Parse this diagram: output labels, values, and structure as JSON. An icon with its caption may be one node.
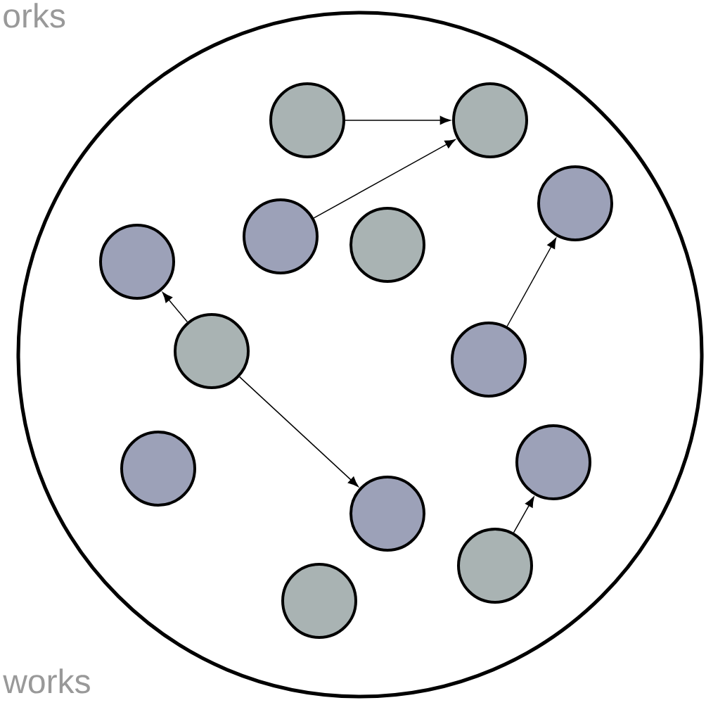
{
  "diagram": {
    "nodes": [
      {
        "text": [],
        "shape": "circle"
      },
      {
        "text": [],
        "shape": "circle",
        "in": 0
      },
      {
        "text": [],
        "shape": "circle",
        "in": 0
      },
      {
        "text": [],
        "shape": "circle",
        "in": 0
      },
      {
        "text": [],
        "shape": "circle",
        "in": 0
      },
      {
        "text": [],
        "shape": "circle",
        "in": 0
      },
      {
        "text": [],
        "shape": "circle",
        "in": 0
      },
      {
        "text": [],
        "shape": "circle",
        "in": 0
      },
      {
        "text": [],
        "shape": "circle",
        "in": 0
      },
      {
        "text": [],
        "shape": "circle",
        "in": 0
      },
      {
        "text": [],
        "shape": "circle",
        "in": 0
      },
      {
        "text": [],
        "shape": "circle",
        "in": 0
      },
      {
        "text": [],
        "shape": "circle",
        "in": 0
      },
      {
        "text": [],
        "shape": "circle",
        "in": 0
      }
    ],
    "edges": [
      {
        "from": 1,
        "to": 2,
        "arrow": "to"
      },
      {
        "from": 4,
        "to": 2,
        "arrow": "to"
      },
      {
        "from": 7,
        "to": 6,
        "arrow": "to"
      },
      {
        "from": 7,
        "to": 11,
        "arrow": "to"
      },
      {
        "from": 8,
        "to": 3,
        "arrow": "to"
      },
      {
        "from": 12,
        "to": 9,
        "arrow": "to"
      }
    ],
    "labels": [
      "orks",
      "works"
    ]
  }
}
